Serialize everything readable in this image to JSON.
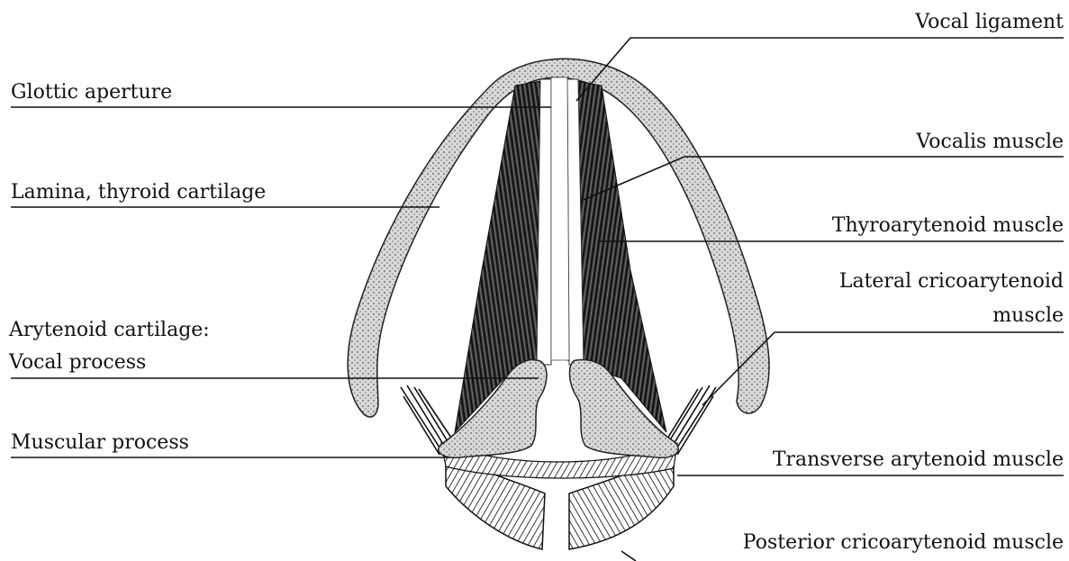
{
  "figure": {
    "labels_left": {
      "glottic_aperture": "Glottic aperture",
      "lamina_thyroid": "Lamina, thyroid cartilage",
      "arytenoid_cartilage": "Arytenoid cartilage:",
      "vocal_process": "Vocal process",
      "muscular_process": "Muscular process"
    },
    "labels_right": {
      "vocal_ligament": "Vocal ligament",
      "vocalis_muscle": "Vocalis muscle",
      "thyroarytenoid_muscle": "Thyroarytenoid muscle",
      "lateral_cricoarytenoid_line1": "Lateral cricoarytenoid",
      "lateral_cricoarytenoid_line2": "muscle",
      "transverse_arytenoid_muscle": "Transverse arytenoid muscle",
      "posterior_cricoarytenoid_muscle": "Posterior cricoarytenoid muscle"
    }
  }
}
